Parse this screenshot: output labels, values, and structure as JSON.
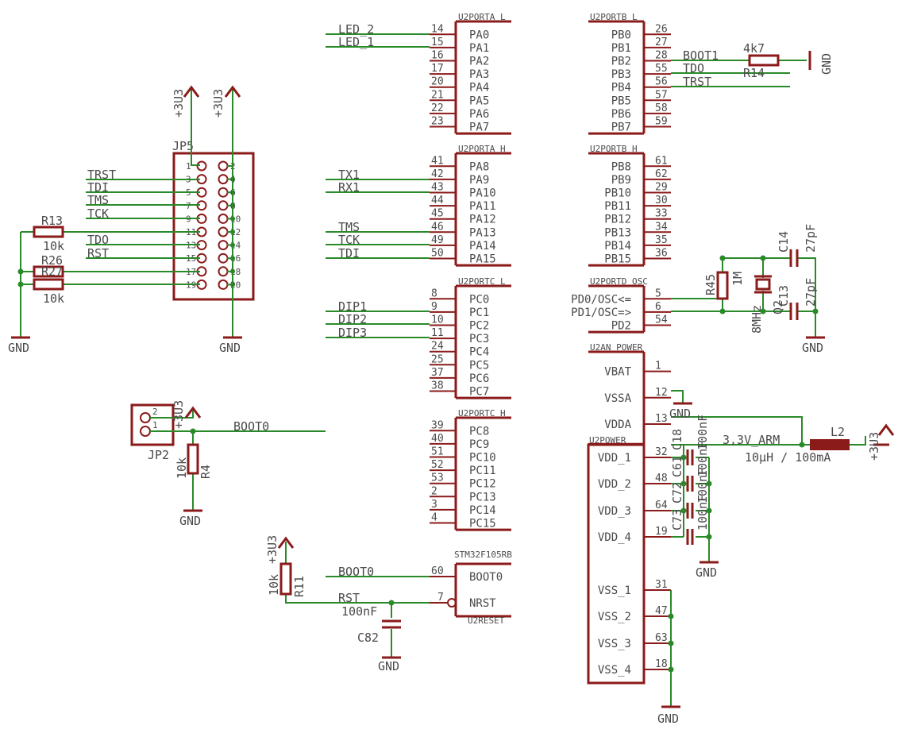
{
  "colors": {
    "net": "#2a8a2a",
    "part": "#8b1a1a",
    "text": "#4a4a4a"
  },
  "jp5": {
    "ref": "JP5",
    "pins_left": [
      "1",
      "3",
      "5",
      "7",
      "9",
      "11",
      "13",
      "15",
      "17",
      "19"
    ],
    "pins_right": [
      "2",
      "4",
      "6",
      "8",
      "10",
      "12",
      "14",
      "16",
      "18",
      "20"
    ],
    "nets": [
      "TRST",
      "TDI",
      "TMS",
      "TCK",
      "TDO",
      "RST"
    ],
    "supply": "+3U3",
    "gnd": "GND"
  },
  "resistors": {
    "r13": {
      "ref": "R13",
      "value": "10k"
    },
    "r26": {
      "ref": "R26",
      "value": "10k"
    },
    "r27": {
      "ref": "R27"
    },
    "r4": {
      "ref": "R4",
      "value": "10k"
    },
    "r11": {
      "ref": "R11",
      "value": "10k"
    },
    "r14": {
      "ref": "R14",
      "value": "4k7"
    },
    "r45": {
      "ref": "R45",
      "value": "1M"
    }
  },
  "jp2": {
    "ref": "JP2",
    "pins": [
      "2",
      "1"
    ],
    "net": "BOOT0",
    "supply": "+3U3"
  },
  "porta_l": {
    "title": "U2PORTA_L",
    "nets": [
      "LED_2",
      "LED_1"
    ],
    "pins": [
      {
        "num": "14",
        "name": "PA0"
      },
      {
        "num": "15",
        "name": "PA1"
      },
      {
        "num": "16",
        "name": "PA2"
      },
      {
        "num": "17",
        "name": "PA3"
      },
      {
        "num": "20",
        "name": "PA4"
      },
      {
        "num": "21",
        "name": "PA5"
      },
      {
        "num": "22",
        "name": "PA6"
      },
      {
        "num": "23",
        "name": "PA7"
      }
    ]
  },
  "porta_h": {
    "title": "U2PORTA_H",
    "nets": [
      "TX1",
      "RX1",
      "TMS",
      "TCK",
      "TDI"
    ],
    "pins": [
      {
        "num": "41",
        "name": "PA8"
      },
      {
        "num": "42",
        "name": "PA9"
      },
      {
        "num": "43",
        "name": "PA10"
      },
      {
        "num": "44",
        "name": "PA11"
      },
      {
        "num": "45",
        "name": "PA12"
      },
      {
        "num": "46",
        "name": "PA13"
      },
      {
        "num": "49",
        "name": "PA14"
      },
      {
        "num": "50",
        "name": "PA15"
      }
    ]
  },
  "portc_l": {
    "title": "U2PORTC_L",
    "nets": [
      "DIP1",
      "DIP2",
      "DIP3"
    ],
    "pins": [
      {
        "num": "8",
        "name": "PC0"
      },
      {
        "num": "9",
        "name": "PC1"
      },
      {
        "num": "10",
        "name": "PC2"
      },
      {
        "num": "11",
        "name": "PC3"
      },
      {
        "num": "24",
        "name": "PC4"
      },
      {
        "num": "25",
        "name": "PC5"
      },
      {
        "num": "37",
        "name": "PC6"
      },
      {
        "num": "38",
        "name": "PC7"
      }
    ]
  },
  "portc_h": {
    "title": "U2PORTC_H",
    "pins": [
      {
        "num": "39",
        "name": "PC8"
      },
      {
        "num": "40",
        "name": "PC9"
      },
      {
        "num": "51",
        "name": "PC10"
      },
      {
        "num": "52",
        "name": "PC11"
      },
      {
        "num": "53",
        "name": "PC12"
      },
      {
        "num": "2",
        "name": "PC13"
      },
      {
        "num": "3",
        "name": "PC14"
      },
      {
        "num": "4",
        "name": "PC15"
      }
    ]
  },
  "reset": {
    "title": "U2RESET",
    "chip": "STM32F105RB",
    "nets": [
      "BOOT0",
      "RST"
    ],
    "pins": [
      {
        "num": "60",
        "name": "BOOT0"
      },
      {
        "num": "7",
        "name": "NRST"
      }
    ],
    "cap": {
      "ref": "C82",
      "value": "100nF"
    },
    "supply": "+3U3",
    "gnd": "GND"
  },
  "portb_l": {
    "title": "U2PORTB_L",
    "nets": [
      "BOOT1",
      "TDO",
      "TRST"
    ],
    "gnd": "GND",
    "pins": [
      {
        "num": "26",
        "name": "PB0"
      },
      {
        "num": "27",
        "name": "PB1"
      },
      {
        "num": "28",
        "name": "PB2"
      },
      {
        "num": "55",
        "name": "PB3"
      },
      {
        "num": "56",
        "name": "PB4"
      },
      {
        "num": "57",
        "name": "PB5"
      },
      {
        "num": "58",
        "name": "PB6"
      },
      {
        "num": "59",
        "name": "PB7"
      }
    ]
  },
  "portb_h": {
    "title": "U2PORTB_H",
    "pins": [
      {
        "num": "61",
        "name": "PB8"
      },
      {
        "num": "62",
        "name": "PB9"
      },
      {
        "num": "29",
        "name": "PB10"
      },
      {
        "num": "30",
        "name": "PB11"
      },
      {
        "num": "33",
        "name": "PB12"
      },
      {
        "num": "34",
        "name": "PB13"
      },
      {
        "num": "35",
        "name": "PB14"
      },
      {
        "num": "36",
        "name": "PB15"
      }
    ]
  },
  "portd": {
    "title": "U2PORTD_OSC",
    "pins": [
      {
        "num": "5",
        "name": "PD0/OSC<="
      },
      {
        "num": "6",
        "name": "PD1/OSC=>"
      },
      {
        "num": "54",
        "name": "PD2"
      }
    ],
    "c14": {
      "ref": "C14",
      "value": "27pF"
    },
    "c13": {
      "ref": "C13",
      "value": "27pF"
    },
    "q2": {
      "ref": "Q2",
      "value": "8MHz"
    },
    "gnd": "GND"
  },
  "an_power": {
    "title": "U2AN_POWER",
    "pins": [
      {
        "num": "1",
        "name": "VBAT"
      },
      {
        "num": "12",
        "name": "VSSA"
      },
      {
        "num": "13",
        "name": "VDDA"
      }
    ],
    "gnd": "GND"
  },
  "power": {
    "title": "U2POWER",
    "pins": [
      {
        "num": "32",
        "name": "VDD_1"
      },
      {
        "num": "48",
        "name": "VDD_2"
      },
      {
        "num": "64",
        "name": "VDD_3"
      },
      {
        "num": "19",
        "name": "VDD_4"
      },
      {
        "num": "31",
        "name": "VSS_1"
      },
      {
        "num": "47",
        "name": "VSS_2"
      },
      {
        "num": "63",
        "name": "VSS_3"
      },
      {
        "num": "18",
        "name": "VSS_4"
      }
    ],
    "caps": [
      "C18",
      "C61",
      "C72",
      "C73"
    ],
    "cap_value": "100nF",
    "net": "3,3V_ARM",
    "l2": {
      "ref": "L2",
      "value": "10µH / 100mA"
    },
    "supply": "+3U3",
    "gnd": "GND"
  }
}
